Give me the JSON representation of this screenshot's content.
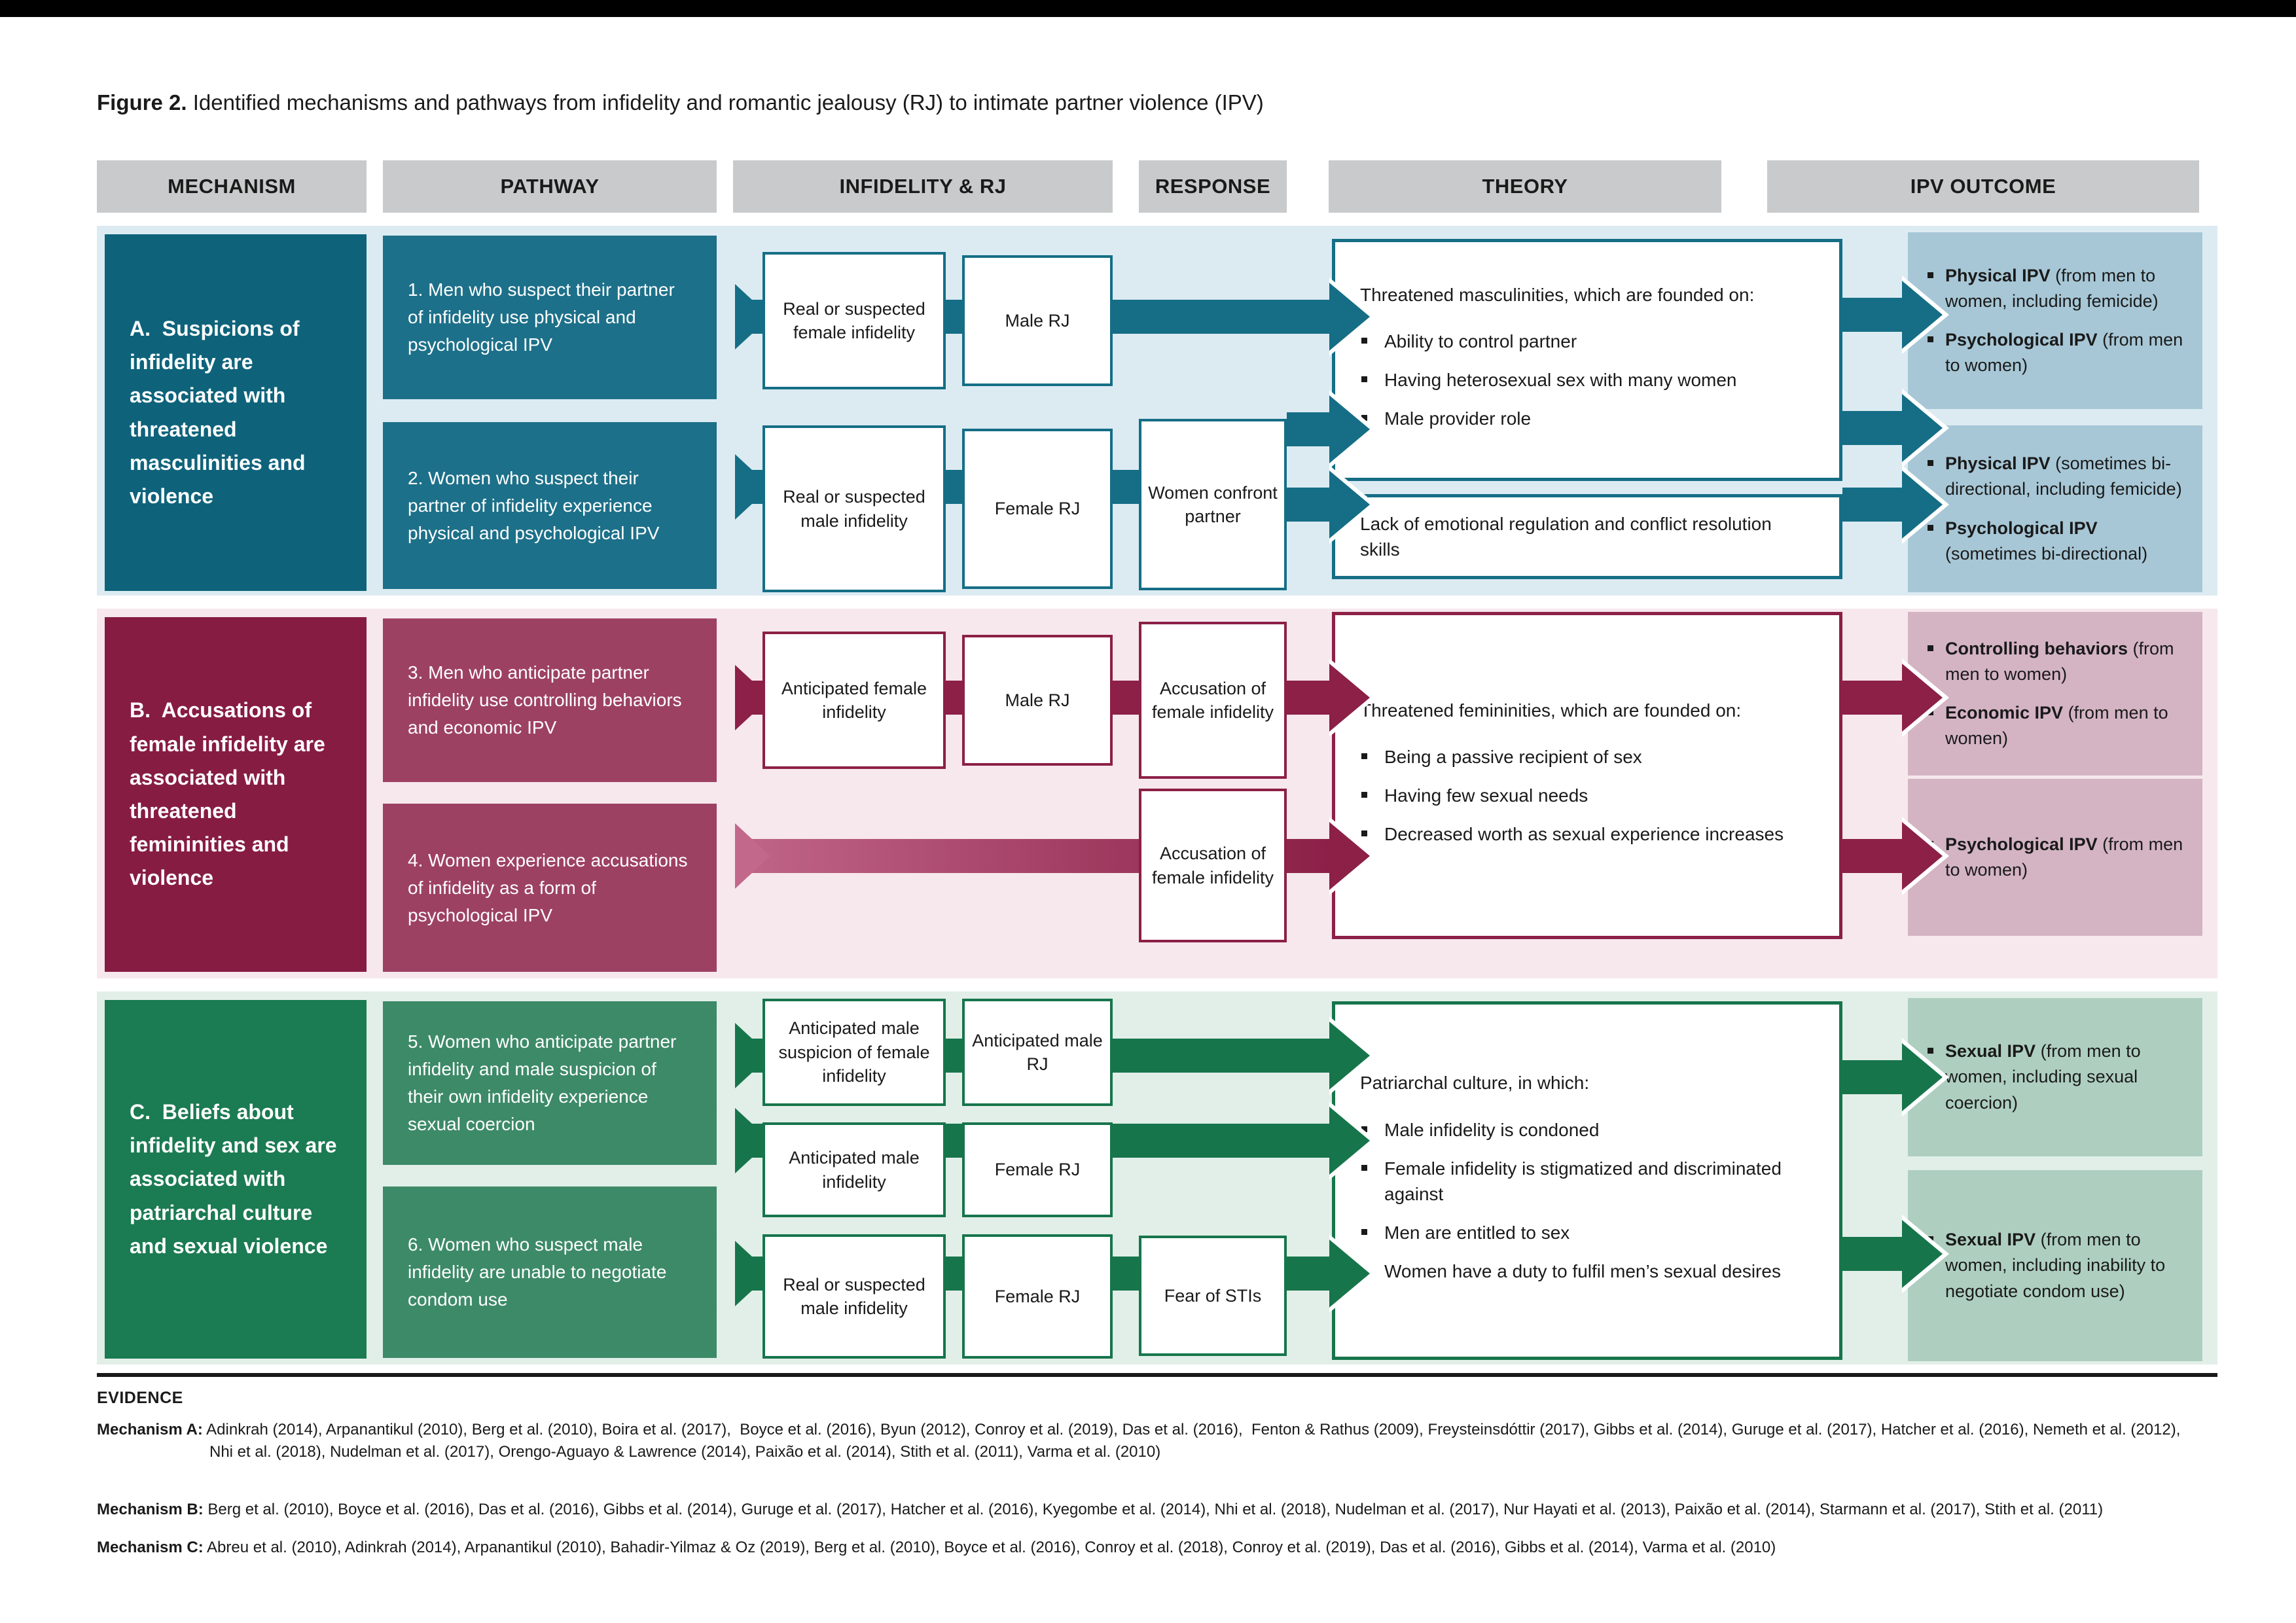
{
  "figure": {
    "label": "Figure 2.",
    "caption": " Identified mechanisms and pathways from infidelity and romantic jealousy (RJ) to intimate partner violence (IPV)"
  },
  "columns": {
    "mechanism": "MECHANISM",
    "pathway": "PATHWAY",
    "infidelity_rj": "INFIDELITY & RJ",
    "response": "RESPONSE",
    "theory": "THEORY",
    "ipv_outcome": "IPV OUTCOME"
  },
  "colors": {
    "header_bg": "#c9cacb",
    "row_a_dark": "#0e637b",
    "row_a_mid": "#1d7089",
    "row_a_arrow": "#156e86",
    "row_a_band": "#dcebf2",
    "row_a_outcome": "#a7c7d6",
    "row_b_dark": "#871c43",
    "row_b_mid": "#9d4162",
    "row_b_arrow": "#8c2047",
    "row_b_band": "#f6e8ed",
    "row_b_outcome": "#d4b4c3",
    "row_c_dark": "#1b7b52",
    "row_c_mid": "#3d8a68",
    "row_c_arrow": "#17754c",
    "row_c_band": "#e2efe8",
    "row_c_outcome": "#aecfc0"
  },
  "section_a": {
    "mechanism": "A.  Suspicions of infidelity are associated with threatened masculinities and violence",
    "pathway_1": "1. Men who suspect their partner of infidelity use physical and psychological IPV",
    "pathway_2": "2. Women who suspect their partner of infidelity experience physical and psychological IPV",
    "real_or_suspected_female_infidelity": "Real or suspected female infidelity",
    "male_rj": "Male RJ",
    "real_or_suspected_male_infidelity": "Real or suspected male infidelity",
    "female_rj": "Female RJ",
    "women_confront_partner": "Women confront partner",
    "theory_intro": "Threatened masculinities, which are founded on:",
    "theory_bullet_1": "Ability to control partner",
    "theory_bullet_2": "Having heterosexual sex with many women",
    "theory_bullet_3": "Male provider role",
    "theory_2": "Lack of emotional regulation and conflict resolution skills",
    "outcome_1_item_1_bold": "Physical IPV",
    "outcome_1_item_1_rest": " (from men to women, including femicide)",
    "outcome_1_item_2_bold": "Psychological IPV",
    "outcome_1_item_2_rest": " (from men to women)",
    "outcome_2_item_1_bold": "Physical IPV",
    "outcome_2_item_1_rest": " (sometimes bi-directional, including femicide)",
    "outcome_2_item_2_bold": "Psychological IPV",
    "outcome_2_item_2_rest": " (sometimes bi-directional)"
  },
  "section_b": {
    "mechanism": "B.  Accusations of female infidelity are associated with threatened femininities and violence",
    "pathway_3": "3. Men who anticipate partner infidelity use controlling behaviors and economic IPV",
    "pathway_4": "4. Women experience accusations of infidelity as a form of psychological IPV",
    "anticipated_female_infidelity": "Anticipated female infidelity",
    "male_rj": "Male RJ",
    "accusation_of_female_infidelity_1": "Accusation of female infidelity",
    "accusation_of_female_infidelity_2": "Accusation of female infidelity",
    "theory_intro": "Threatened femininities, which are founded on:",
    "theory_bullet_1": "Being a passive recipient of sex",
    "theory_bullet_2": "Having few sexual needs",
    "theory_bullet_3": "Decreased worth as sexual experience increases",
    "outcome_1_item_1_bold": "Controlling behaviors",
    "outcome_1_item_1_rest": " (from men to women)",
    "outcome_1_item_2_bold": "Economic IPV",
    "outcome_1_item_2_rest": " (from men to women)",
    "outcome_2_item_1_bold": "Psychological IPV",
    "outcome_2_item_1_rest": " (from men to women)"
  },
  "section_c": {
    "mechanism": "C.  Beliefs about infidelity and sex are associated with patriarchal culture and sexual violence",
    "pathway_5": "5. Women who anticipate partner infidelity and male suspicion of their own infidelity experience sexual coercion",
    "pathway_6": "6. Women who suspect male infidelity are unable to negotiate condom use",
    "anticipated_male_suspicion_of_female_infidelity": "Anticipated male suspicion of female infidelity",
    "anticipated_male_rj": "Anticipated male RJ",
    "anticipated_male_infidelity": "Anticipated male infidelity",
    "female_rj_1": "Female RJ",
    "real_or_suspected_male_infidelity": "Real or suspected male infidelity",
    "female_rj_2": "Female RJ",
    "fear_of_stis": "Fear of STIs",
    "theory_intro": "Patriarchal culture, in which:",
    "theory_bullet_1": "Male infidelity is condoned",
    "theory_bullet_2": "Female infidelity is stigmatized and discriminated against",
    "theory_bullet_3": "Men are entitled to sex",
    "theory_bullet_4": "Women have a duty to fulfil men’s sexual desires",
    "outcome_1_item_1_bold": "Sexual IPV",
    "outcome_1_item_1_rest": " (from men to women, including sexual coercion)",
    "outcome_2_item_1_bold": "Sexual IPV",
    "outcome_2_item_1_rest": " (from men to women, including inability to negotiate condom use)"
  },
  "evidence": {
    "header": "EVIDENCE",
    "a_label": "Mechanism A:",
    "a_line1": "Adinkrah (2014), Arpanantikul (2010), Berg et al. (2010), Boira et al. (2017),  Boyce et al. (2016), Byun (2012), Conroy et al. (2019), Das et al. (2016),  Fenton & Rathus (2009), Freysteinsdóttir (2017), Gibbs et al. (2014), Guruge et al. (2017), Hatcher et al. (2016), Nemeth et al. (2012),",
    "a_line2": "Nhi et al. (2018), Nudelman et al. (2017), Orengo-Aguayo & Lawrence (2014), Paixão et al. (2014), Stith et al. (2011), Varma et al. (2010)",
    "b_label": "Mechanism B:",
    "b_text": "Berg et al. (2010), Boyce et al. (2016), Das et al. (2016), Gibbs et al. (2014), Guruge et al. (2017), Hatcher et al. (2016), Kyegombe et al. (2014), Nhi et al. (2018), Nudelman et al. (2017), Nur Hayati et al. (2013), Paixão et al. (2014), Starmann et al. (2017), Stith et al. (2011)",
    "c_label": "Mechanism C:",
    "c_text": "Abreu et al. (2010), Adinkrah (2014), Arpanantikul (2010), Bahadir-Yilmaz & Oz (2019), Berg et al. (2010), Boyce et al. (2016), Conroy et al. (2018), Conroy et al. (2019), Das et al. (2016), Gibbs et al. (2014), Varma et al. (2010)"
  }
}
